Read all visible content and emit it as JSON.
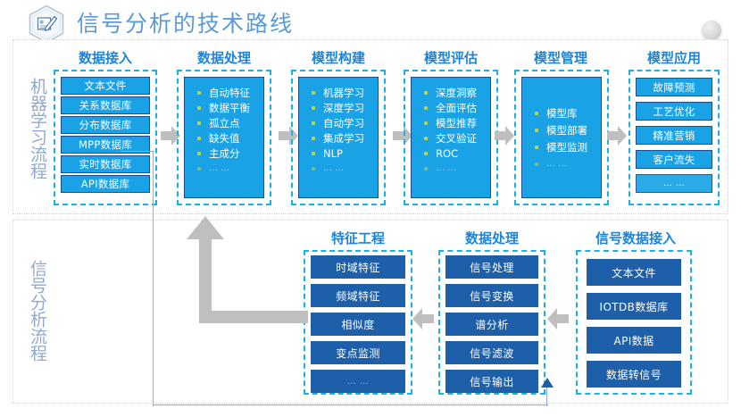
{
  "header": {
    "title": "信号分析的技术路线",
    "icon": "document-pen-hexagon-icon",
    "corner_decor": "gray-circle-decor"
  },
  "colors": {
    "title": "#5b9bd5",
    "column_title": "#1f84d6",
    "bright_box": "#19a3e6",
    "dark_box": "#1d5fa8",
    "dashed_border": "#17b3e8",
    "arrow": "#bfbfbf",
    "thin_connector": "#9aa7dd",
    "vertical_label": "#8fa9cd"
  },
  "sections": [
    {
      "id": "machine-learning",
      "label": "机器学习流程",
      "columns": [
        {
          "id": "data-access",
          "title": "数据接入",
          "style": "boxes",
          "items": [
            "文本文件",
            "关系数据库",
            "分布数据库",
            "MPP数据库",
            "实时数据库",
            "API数据库"
          ]
        },
        {
          "id": "data-processing",
          "title": "数据处理",
          "style": "bullets",
          "items": [
            "自动特征",
            "数据平衡",
            "孤立点",
            "缺失值",
            "主成分",
            "… …"
          ]
        },
        {
          "id": "model-building",
          "title": "模型构建",
          "style": "bullets",
          "items": [
            "机器学习",
            "深度学习",
            "自动学习",
            "集成学习",
            "NLP",
            "… …"
          ]
        },
        {
          "id": "model-evaluation",
          "title": "模型评估",
          "style": "bullets",
          "items": [
            "深度洞察",
            "全面评估",
            "模型推荐",
            "交叉验证",
            "ROC",
            "… …"
          ]
        },
        {
          "id": "model-management",
          "title": "模型管理",
          "style": "bullets",
          "items": [
            "模型库",
            "模型部署",
            "模型监测",
            "… …"
          ]
        },
        {
          "id": "model-application",
          "title": "模型应用",
          "style": "boxes",
          "items": [
            "故障预测",
            "工艺优化",
            "精准营销",
            "客户流失",
            "… …"
          ]
        }
      ]
    },
    {
      "id": "signal-analysis",
      "label": "信号分析流程",
      "columns": [
        {
          "id": "feature-engineering",
          "title": "特征工程",
          "style": "boxes",
          "items": [
            "时域特征",
            "频域特征",
            "相似度",
            "变点监测",
            "… …"
          ]
        },
        {
          "id": "signal-data-processing",
          "title": "数据处理",
          "style": "boxes",
          "items": [
            "信号处理",
            "信号变换",
            "谱分析",
            "信号滤波",
            "信号输出"
          ]
        },
        {
          "id": "signal-data-access",
          "title": "信号数据接入",
          "style": "boxes",
          "items": [
            "文本文件",
            "IOTDB数据库",
            "API数据",
            "数据转信号"
          ]
        }
      ]
    }
  ],
  "arrows": [
    {
      "id": "arrow-access-to-processing",
      "direction": "right"
    },
    {
      "id": "arrow-processing-to-building",
      "direction": "right"
    },
    {
      "id": "arrow-building-to-evaluation",
      "direction": "right"
    },
    {
      "id": "arrow-evaluation-to-management",
      "direction": "right"
    },
    {
      "id": "arrow-management-to-application",
      "direction": "right"
    },
    {
      "id": "arrow-signal-access-to-processing",
      "direction": "left"
    },
    {
      "id": "arrow-signal-processing-to-feature",
      "direction": "left"
    },
    {
      "id": "arrow-feature-to-ml-processing",
      "direction": "up-elbow"
    },
    {
      "id": "connector-realtime-db-to-signal",
      "direction": "thin-elbow"
    }
  ]
}
